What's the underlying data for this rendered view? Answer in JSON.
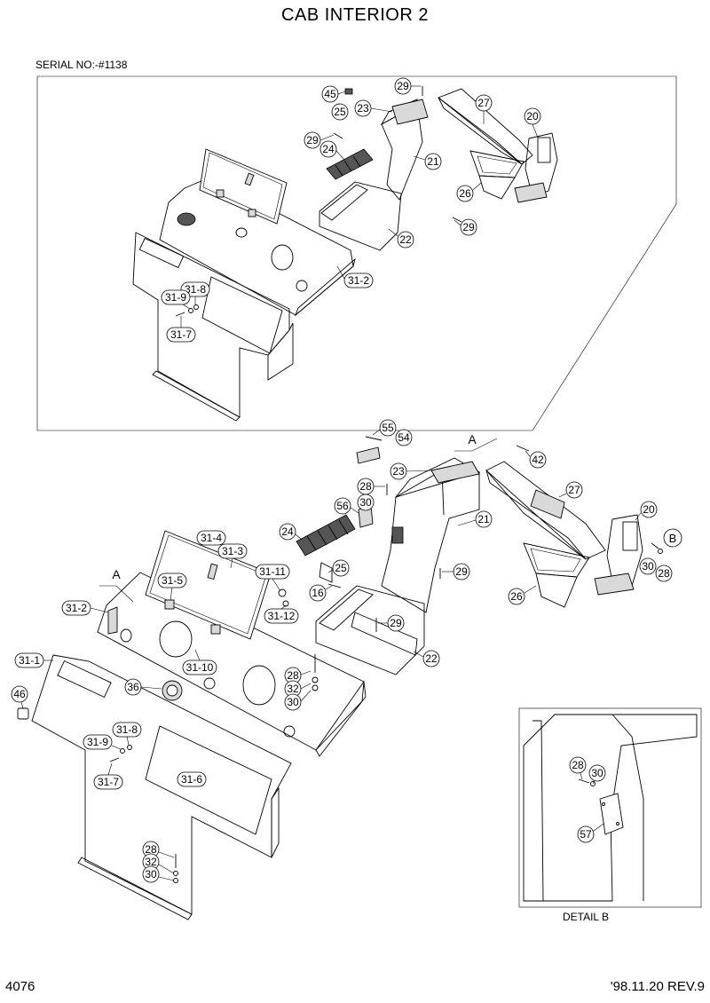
{
  "header": {
    "title": "CAB INTERIOR 2",
    "serial": "SERIAL NO:-#1138"
  },
  "footer": {
    "page_number": "4076",
    "revision": "'98.11.20 REV.9"
  },
  "detail": {
    "title": "DETAIL  B"
  },
  "markers": {
    "a1": "A",
    "a2": "A",
    "b1": "B"
  },
  "top_labels": {
    "l45": "45",
    "l29a": "29",
    "l25": "25",
    "l23": "23",
    "l27": "27",
    "l20": "20",
    "l29b": "29",
    "l24": "24",
    "l21": "21",
    "l26": "26",
    "l29c": "29",
    "l22": "22",
    "l31_2": "31-2",
    "l31_8": "31-8",
    "l31_9": "31-9",
    "l31_7": "31-7"
  },
  "bottom_labels": {
    "l55": "55",
    "l54": "54",
    "l42": "42",
    "l23": "23",
    "l28a": "28",
    "l30a": "30",
    "l56": "56",
    "l21": "21",
    "l27": "27",
    "l20": "20",
    "l24": "24",
    "l31_4": "31-4",
    "l31_3": "31-3",
    "l25": "25",
    "l29a": "29",
    "l30b": "30",
    "l28b": "28",
    "l31_11": "31-11",
    "l16": "16",
    "l26": "26",
    "l31_5": "31-5",
    "l31_2": "31-2",
    "l31_12": "31-12",
    "l29b": "29",
    "l22": "22",
    "l31_1": "31-1",
    "l31_10": "31-10",
    "l28c": "28",
    "l32a": "32",
    "l30c": "30",
    "l36": "36",
    "l46": "46",
    "l31_8": "31-8",
    "l31_9": "31-9",
    "l31_6": "31-6",
    "l31_7": "31-7",
    "l28d": "28",
    "l32b": "32",
    "l30d": "30",
    "l28e": "28",
    "l30e": "30",
    "l57": "57"
  }
}
